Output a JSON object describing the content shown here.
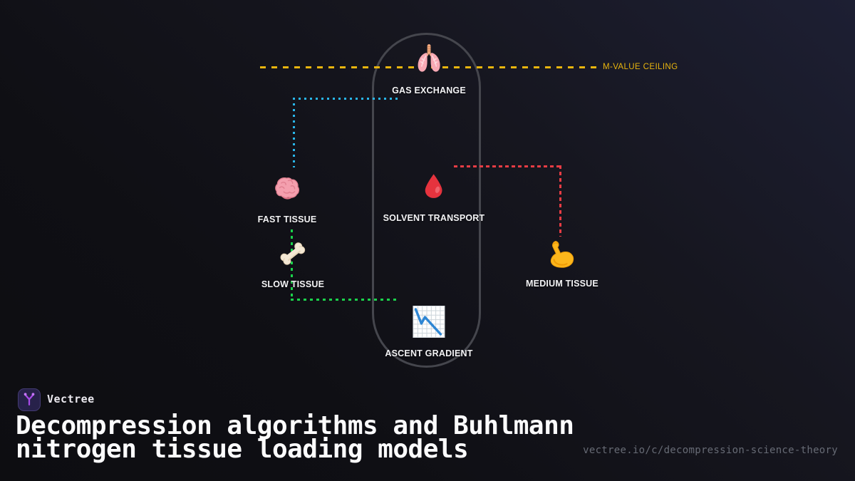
{
  "diagram": {
    "ceiling_label": "M-VALUE CEILING",
    "nodes": [
      {
        "id": "gas-exchange",
        "label": "GAS EXCHANGE",
        "icon": "lungs-icon"
      },
      {
        "id": "fast-tissue",
        "label": "FAST TISSUE",
        "icon": "brain-icon"
      },
      {
        "id": "solvent-transport",
        "label": "SOLVENT TRANSPORT",
        "icon": "blood-drop-icon"
      },
      {
        "id": "slow-tissue",
        "label": "SLOW TISSUE",
        "icon": "bone-icon"
      },
      {
        "id": "medium-tissue",
        "label": "MEDIUM TISSUE",
        "icon": "flexed-biceps-icon"
      },
      {
        "id": "ascent-gradient",
        "label": "ASCENT GRADIENT",
        "icon": "chart-decreasing-icon"
      }
    ],
    "colors": {
      "ceiling_line": "#e9b50e",
      "fast_tissue_line": "#29b6ea",
      "solvent_line": "#e73c44",
      "slow_tissue_line": "#1bd24b",
      "capsule_stroke": "#45464d",
      "brand_purple": "#a94ae8"
    }
  },
  "footer": {
    "brand": "Vectree",
    "title_line1": "Decompression algorithms and Buhlmann",
    "title_line2": "nitrogen tissue loading models",
    "url": "vectree.io/c/decompression-science-theory"
  }
}
